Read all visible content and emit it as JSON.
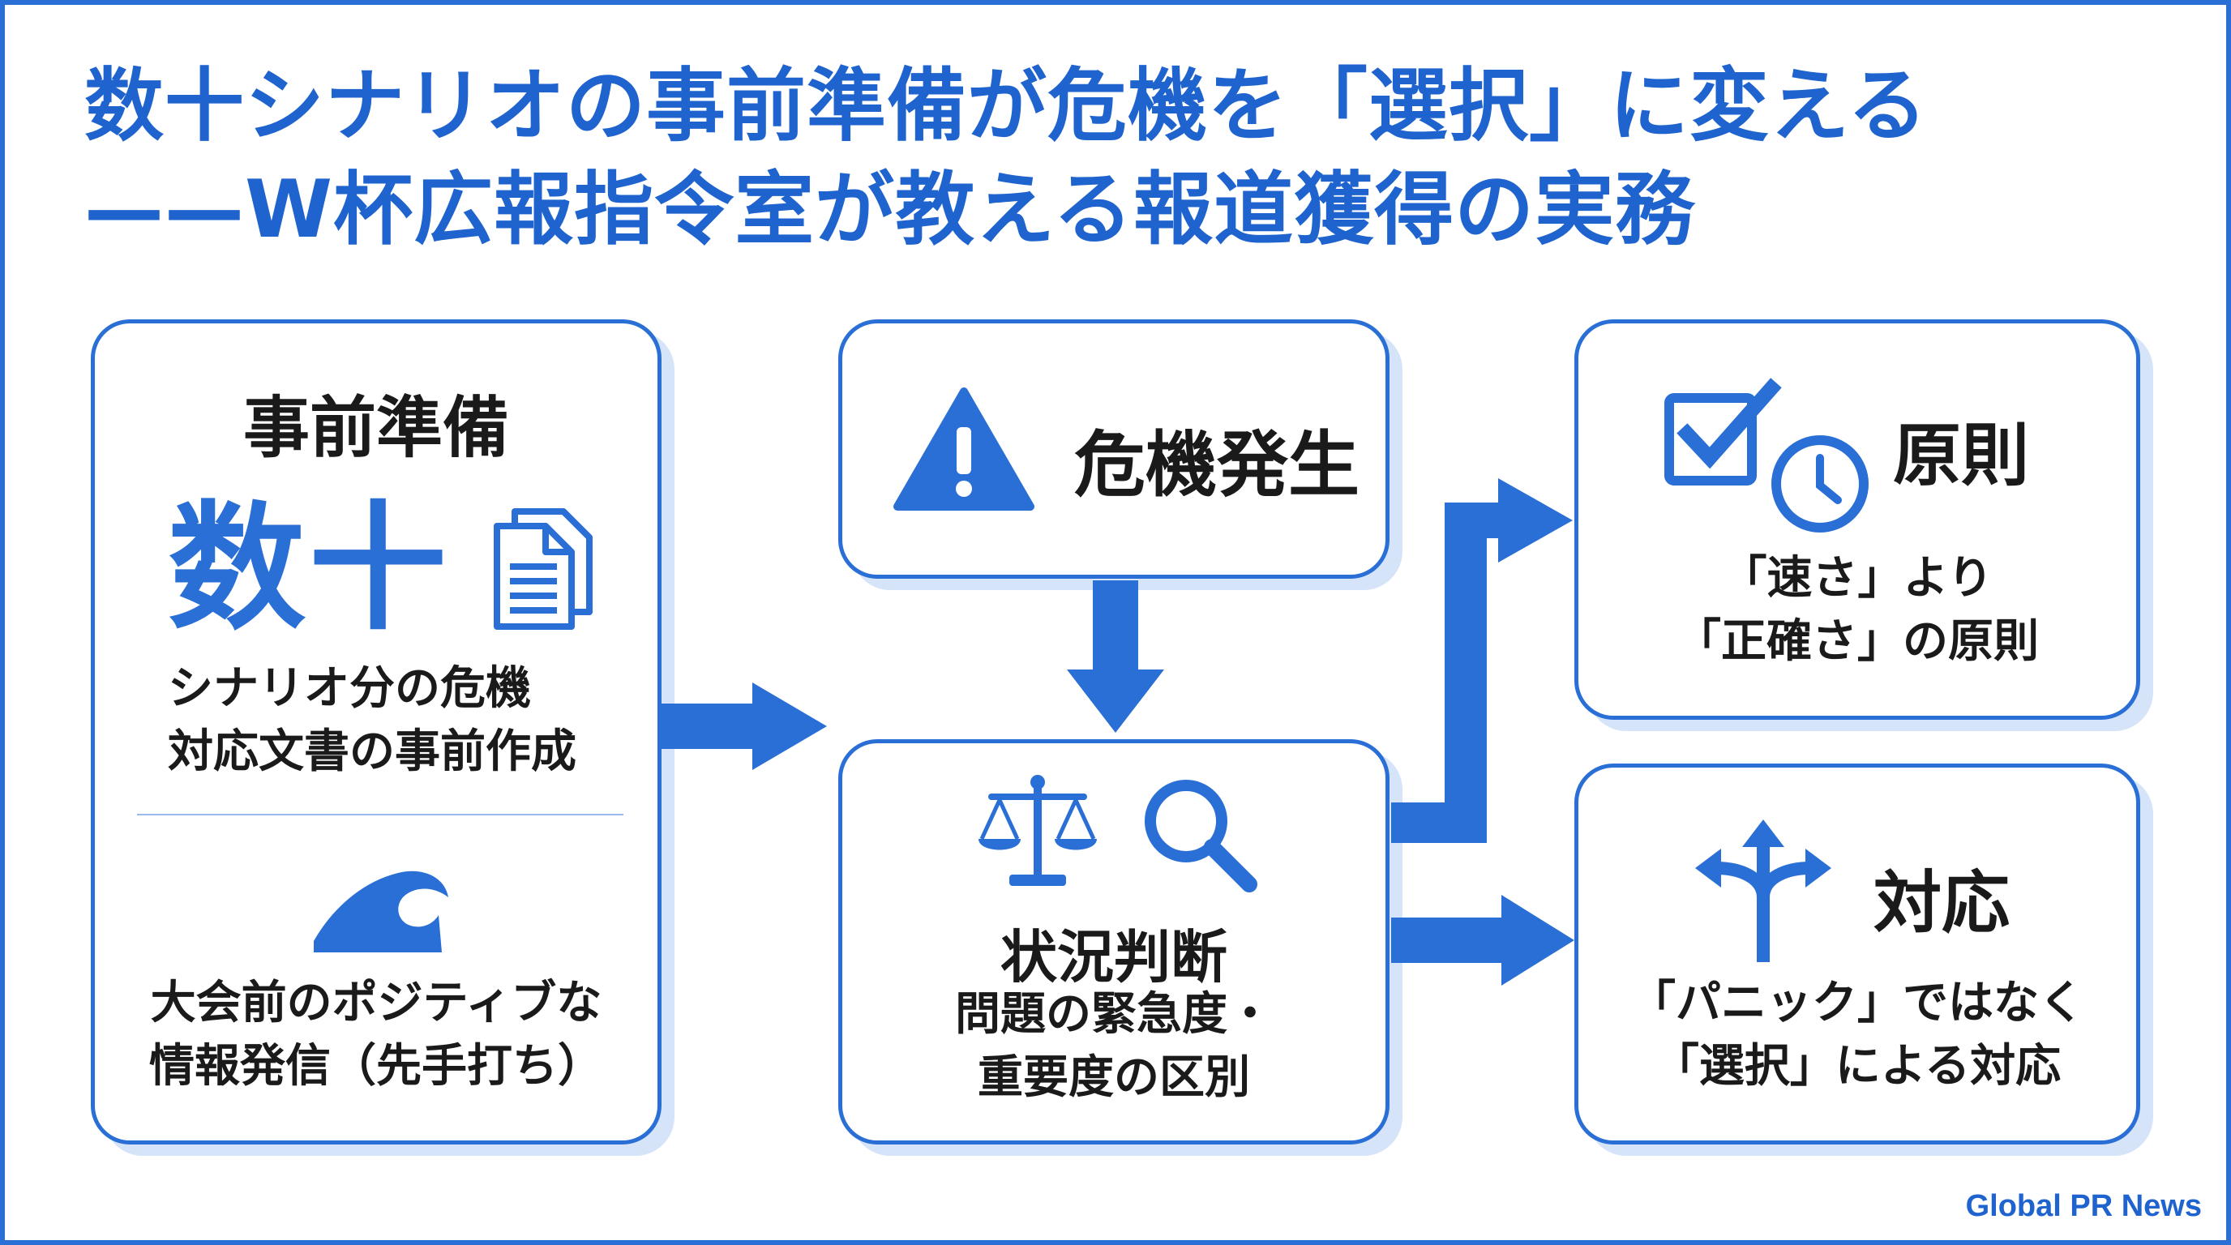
{
  "title": {
    "line1": "数十シナリオの事前準備が危機を「選択」に変える",
    "line2": "——W杯広報指令室が教える報道獲得の実務"
  },
  "prep": {
    "heading": "事前準備",
    "big": "数十",
    "line1": "シナリオ分の危機",
    "line2": "対応文書の事前作成",
    "line3": "大会前のポジティブな",
    "line4": "情報発信（先手打ち）"
  },
  "crisis": {
    "label": "危機発生"
  },
  "judge": {
    "label": "状況判断",
    "line1": "問題の緊急度・",
    "line2": "重要度の区別"
  },
  "principle": {
    "label": "原則",
    "line1": "「速さ」より",
    "line2": "「正確さ」の原則"
  },
  "response": {
    "label": "対応",
    "line1": "「パニック」ではなく",
    "line2": "「選択」による対応"
  },
  "footer": "Global PR News",
  "colors": {
    "accent": "#2a6fd6",
    "title": "#1f63cf",
    "shadow": "#d6e4fa"
  }
}
